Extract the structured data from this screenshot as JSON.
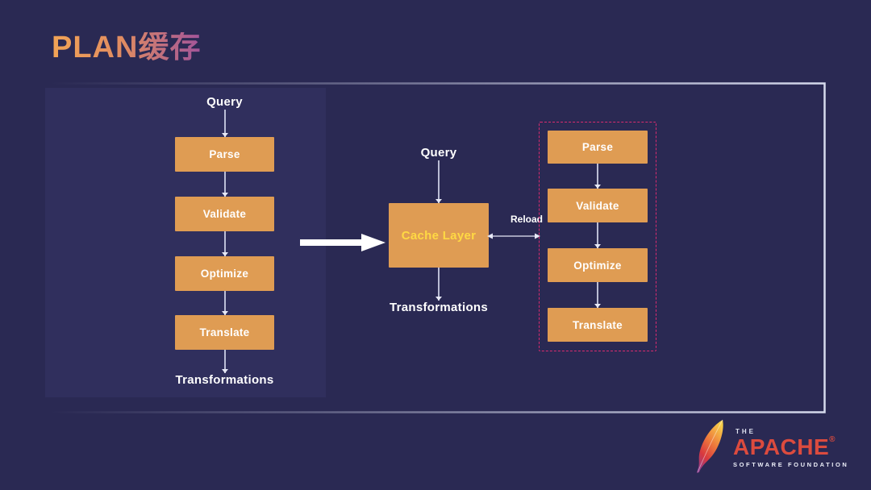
{
  "title": "PLAN缓存",
  "left_flow": {
    "input": "Query",
    "steps": [
      "Parse",
      "Validate",
      "Optimize",
      "Translate"
    ],
    "output": "Transformations"
  },
  "center_flow": {
    "input": "Query",
    "cache_node": "Cache Layer",
    "output": "Transformations",
    "reload_label": "Reload"
  },
  "right_flow": {
    "steps": [
      "Parse",
      "Validate",
      "Optimize",
      "Translate"
    ]
  },
  "logo": {
    "the": "THE",
    "name": "APACHE",
    "registered": "®",
    "subtitle": "SOFTWARE FOUNDATION"
  },
  "colors": {
    "background": "#2A2953",
    "panel": "#302F5D",
    "node_orange": "#DF9C53",
    "node_text": "#FFFFFF",
    "cache_text": "#FFD943",
    "dashed_border": "#D92B6F",
    "arrow": "#E6E8F6",
    "apache_red": "#DC4B3E",
    "title_gradient_start": "#F2A455",
    "title_gradient_end": "#A2549A"
  }
}
